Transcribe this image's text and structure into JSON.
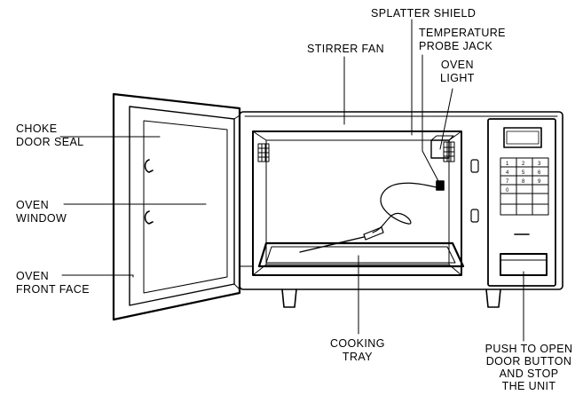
{
  "labels": {
    "splatter_shield": "SPLATTER SHIELD",
    "temperature_probe_jack": [
      "TEMPERATURE",
      "PROBE JACK"
    ],
    "stirrer_fan": "STIRRER FAN",
    "oven_light": [
      "OVEN",
      "LIGHT"
    ],
    "choke_door_seal": [
      "CHOKE",
      "DOOR SEAL"
    ],
    "oven_window": [
      "OVEN",
      "WINDOW"
    ],
    "oven_front_face": [
      "OVEN",
      "FRONT FACE"
    ],
    "cooking_tray": [
      "COOKING",
      "TRAY"
    ],
    "push_to_open": [
      "PUSH TO OPEN",
      "DOOR BUTTON",
      "AND STOP",
      "THE UNIT"
    ]
  },
  "keypad": [
    "1",
    "2",
    "3",
    "4",
    "5",
    "6",
    "7",
    "8",
    "9",
    "0",
    "",
    ""
  ],
  "colors": {
    "ink": "#000000",
    "paper": "#ffffff"
  }
}
